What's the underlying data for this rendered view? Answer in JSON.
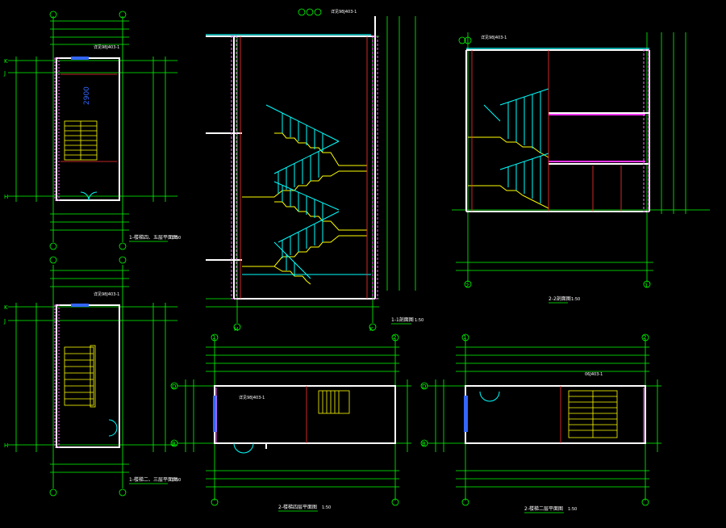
{
  "colors": {
    "background": "#000000",
    "dimension": "#00ff00",
    "wall": "#ffffff",
    "hatch": "#ff66ff",
    "cyan": "#00ffff",
    "yellow": "#ffff00",
    "red": "#ff3333",
    "blue": "#3366ff",
    "magenta": "#ff33ff"
  },
  "drawings": {
    "plan_top_left": {
      "title": "1-楼梯四、五层平面图",
      "scale": "1:50",
      "axes": [
        "K",
        "J",
        "H"
      ]
    },
    "plan_bottom_left": {
      "title": "1-楼梯二、三层平面图",
      "scale": "1:50",
      "axes": [
        "K",
        "J",
        "H"
      ]
    },
    "section_1_1": {
      "title": "1-1剖面图",
      "scale": "1:50",
      "axes": [
        "H",
        "K"
      ]
    },
    "section_2_2": {
      "title": "2-2剖面图",
      "scale": "1:50",
      "axes": [
        "2",
        "1"
      ]
    },
    "plan_bottom_mid": {
      "title": "2-楼梯四层平面图",
      "scale": "1:50",
      "axes": [
        "1",
        "2",
        "D",
        "B"
      ]
    },
    "plan_bottom_right": {
      "title": "2-楼梯二层平面图",
      "scale": "1:50",
      "axes": [
        "1",
        "2",
        "D",
        "B"
      ]
    }
  },
  "notes": {
    "railing_ref": "详见98J403-1",
    "cad_text_01": "2900",
    "cad_text_02": "06J403-1"
  }
}
